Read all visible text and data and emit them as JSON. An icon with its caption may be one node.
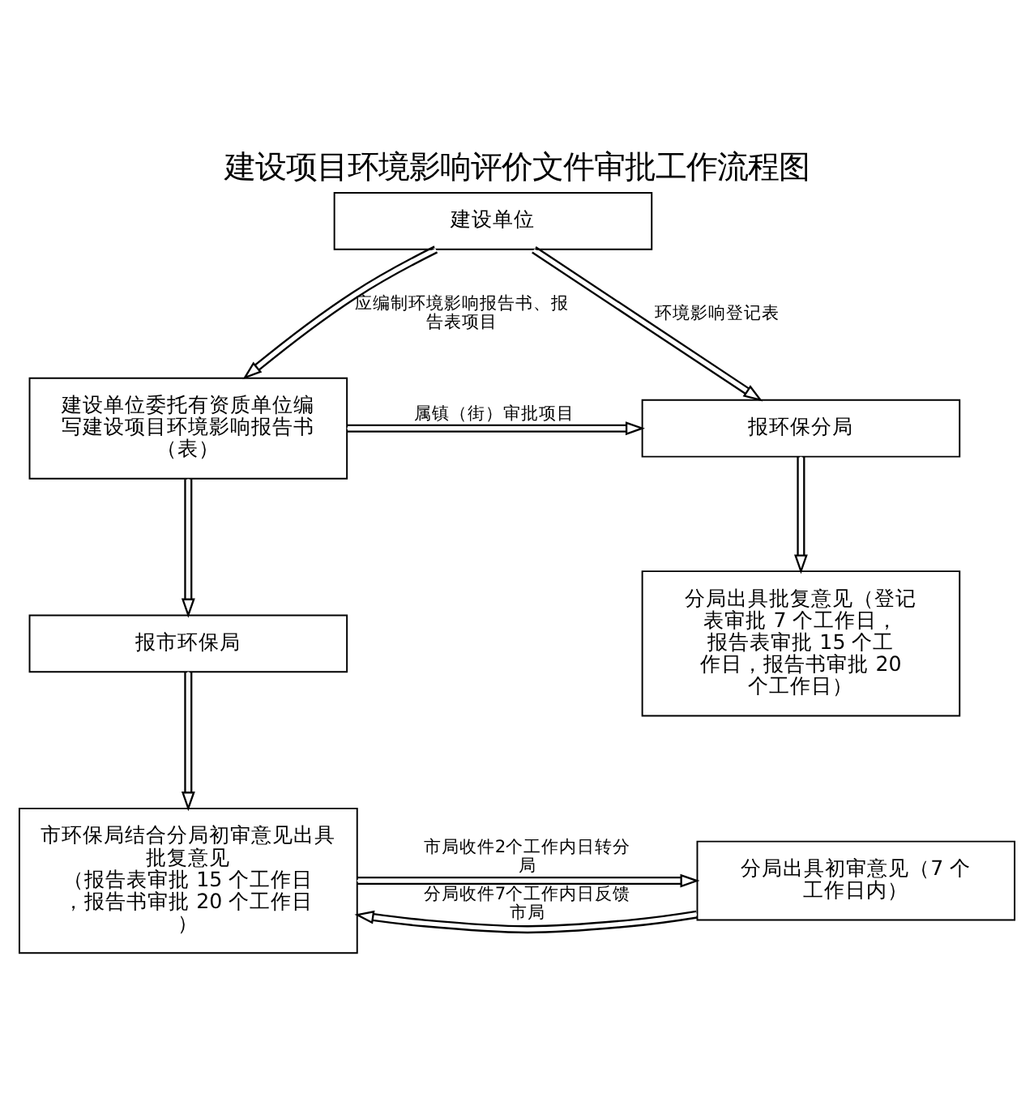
{
  "diagram": {
    "title": "建设项目环境影响评价文件审批工作流程图",
    "nodes": [
      {
        "text": [
          "建设单位"
        ]
      },
      {
        "text": [
          "建设单位委托有资质单位编写建设项目环境影响报告书（表）"
        ]
      },
      {
        "text": [
          "报环保分局"
        ]
      },
      {
        "text": [
          "报市环保局"
        ]
      },
      {
        "text": [
          "分局出具批复意见（登记表审批 7 个工作日，报告表审批 15 个工作日，报告书审批 20 个工作日）"
        ]
      },
      {
        "text": [
          "市环保局结合分局初审意见出具批复意见",
          "（报告表审批 15 个工作日，报告书审批 20 个工作日）"
        ]
      },
      {
        "text": [
          "分局出具初审意见（7 个工作日内）"
        ]
      }
    ],
    "edges": [
      {
        "from": 0,
        "to": 2,
        "arrow": "to",
        "label": "环境影响登记表"
      },
      {
        "from": 0,
        "to": 1,
        "arrow": "to",
        "label": "应编制环境影响报告书、报告表项目"
      },
      {
        "from": 1,
        "to": 2,
        "arrow": "to",
        "label": "属镇（街）审批项目"
      },
      {
        "from": 2,
        "to": 4,
        "arrow": "to"
      },
      {
        "from": 1,
        "to": 3,
        "arrow": "to"
      },
      {
        "from": 3,
        "to": 5,
        "arrow": "to"
      },
      {
        "from": 5,
        "to": 6,
        "arrow": "to",
        "label": "市局收件2个工作内日转分局"
      },
      {
        "from": 6,
        "to": 5,
        "arrow": "to",
        "label": "分局收件7个工作内日反馈市局"
      }
    ]
  }
}
